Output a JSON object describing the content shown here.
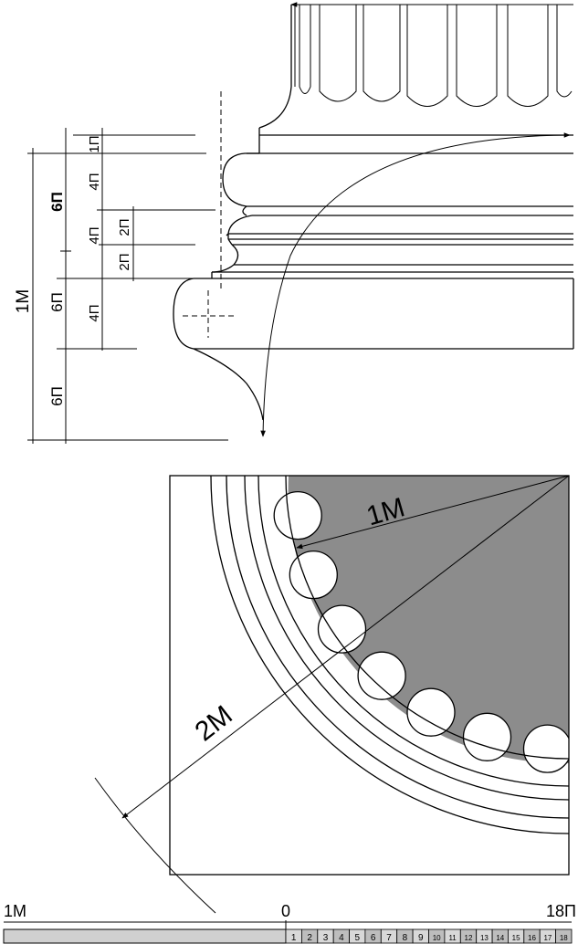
{
  "colors": {
    "ink": "#000000",
    "paper": "#ffffff",
    "fill_gray": "#8c8c8c",
    "scale_light": "#d8d8d8",
    "scale_dark": "#bdbdbd"
  },
  "elevation": {
    "dim_outer": "1М",
    "dim_mid": [
      "6П",
      "6П",
      "6П"
    ],
    "dim_inner": [
      "1П",
      "4П",
      "4П",
      "2П",
      "4П"
    ],
    "dim_small": "2П"
  },
  "plan": {
    "r1_label": "1М",
    "r2_label": "2М"
  },
  "scale": {
    "left_label": "1М",
    "zero_label": "0",
    "right_label": "18П",
    "ticks": [
      "1",
      "2",
      "3",
      "4",
      "5",
      "6",
      "7",
      "8",
      "9",
      "10",
      "11",
      "12",
      "13",
      "14",
      "15",
      "16",
      "17",
      "18"
    ]
  }
}
